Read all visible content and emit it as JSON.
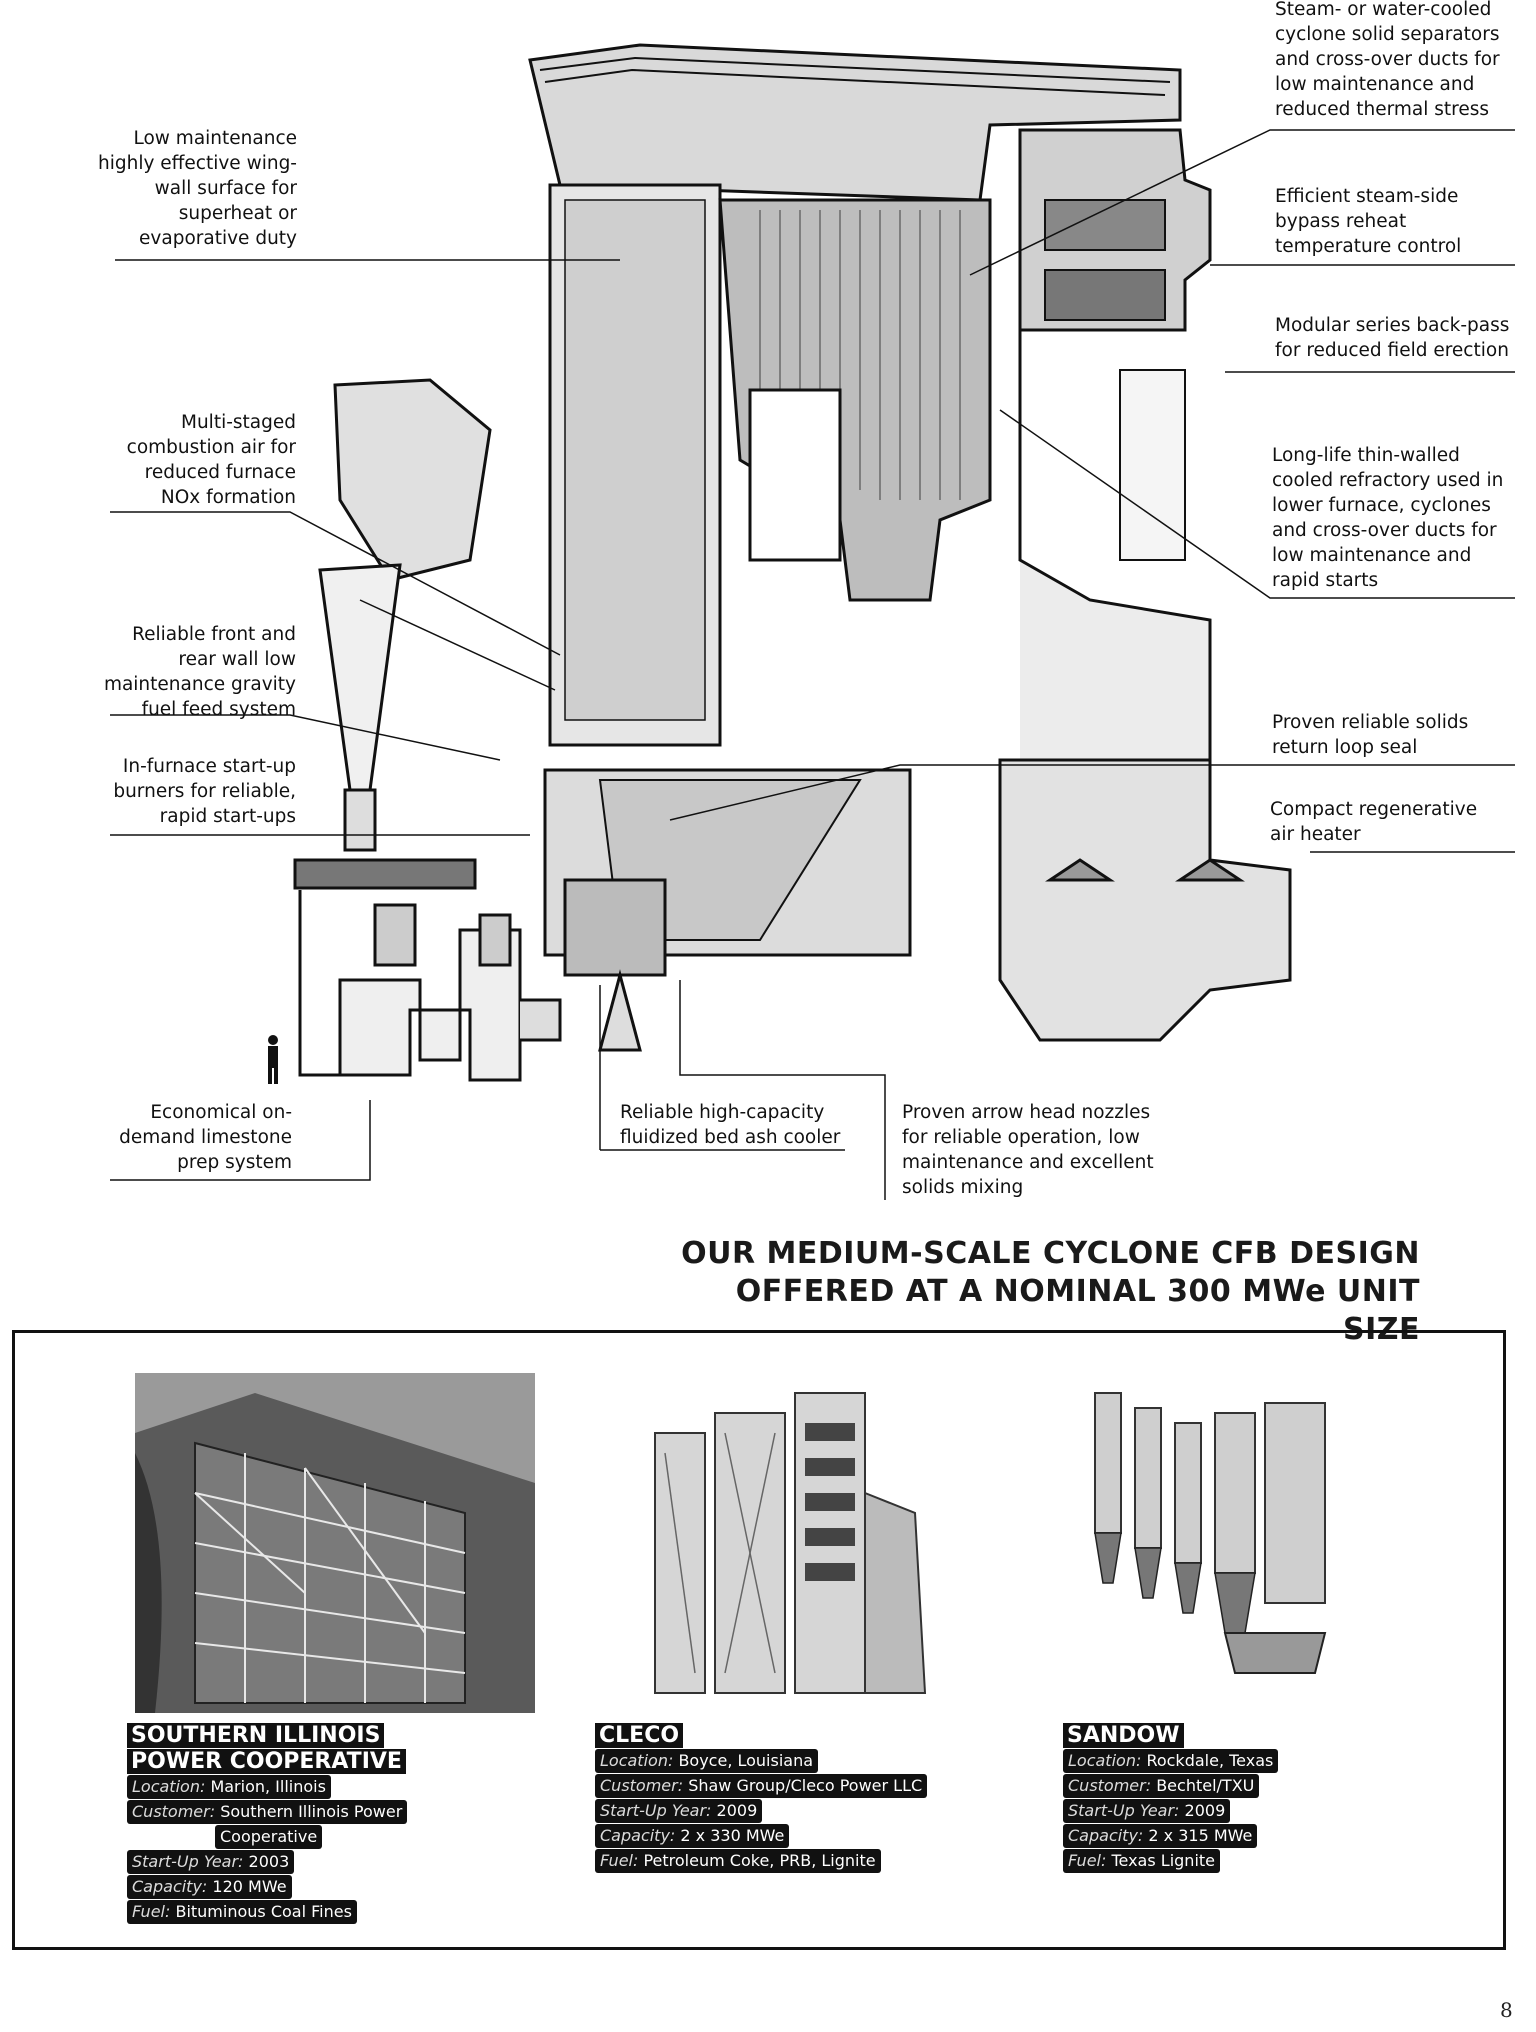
{
  "callouts": {
    "left": [
      {
        "lines": [
          "Low maintenance",
          "highly effective wing-",
          "wall surface for",
          "superheat or",
          "evaporative duty"
        ]
      },
      {
        "lines": [
          "Multi-staged",
          "combustion air for",
          "reduced furnace",
          "NOx formation"
        ]
      },
      {
        "lines": [
          "Reliable front and",
          "rear wall low",
          "maintenance gravity",
          "fuel feed system"
        ]
      },
      {
        "lines": [
          "In-furnace start-up",
          "burners for reliable,",
          "rapid start-ups"
        ]
      },
      {
        "lines": [
          "Economical on-",
          "demand limestone",
          "prep system"
        ]
      }
    ],
    "right": [
      {
        "lines": [
          "Steam- or water-cooled",
          "cyclone solid separators",
          "and cross-over ducts for",
          "low maintenance and",
          "reduced thermal stress"
        ]
      },
      {
        "lines": [
          "Efficient steam-side",
          "bypass reheat",
          "temperature control"
        ]
      },
      {
        "lines": [
          "Modular series back-pass",
          "for reduced field erection"
        ]
      },
      {
        "lines": [
          "Long-life thin-walled",
          "cooled refractory used in",
          "lower furnace, cyclones",
          "and cross-over ducts for",
          "low maintenance and",
          "rapid starts"
        ]
      },
      {
        "lines": [
          "Proven reliable solids",
          "return loop seal"
        ]
      },
      {
        "lines": [
          "Compact regenerative",
          "air heater"
        ]
      }
    ],
    "bottom": [
      {
        "lines": [
          "Reliable high-capacity",
          "fluidized bed ash cooler"
        ]
      },
      {
        "lines": [
          "Proven arrow head nozzles",
          "for reliable operation, low",
          "maintenance and excellent",
          "solids mixing"
        ]
      }
    ]
  },
  "heading": {
    "line1": "OUR MEDIUM-SCALE CYCLONE CFB DESIGN",
    "line2": "OFFERED AT A NOMINAL 300 MWe UNIT SIZE"
  },
  "projects": [
    {
      "name_lines": [
        "SOUTHERN ILLINOIS",
        "POWER COOPERATIVE"
      ],
      "location_label": "Location:",
      "location": "Marion, Illinois",
      "customer_label": "Customer:",
      "customer": "Southern Illinois Power",
      "customer_cont": "Cooperative",
      "startup_label": "Start-Up Year:",
      "startup": "2003",
      "capacity_label": "Capacity:",
      "capacity": "120 MWe",
      "fuel_label": "Fuel:",
      "fuel": "Bituminous Coal Fines"
    },
    {
      "name_lines": [
        "CLECO"
      ],
      "location_label": "Location:",
      "location": "Boyce, Louisiana",
      "customer_label": "Customer:",
      "customer": "Shaw Group/Cleco Power LLC",
      "startup_label": "Start-Up Year:",
      "startup": "2009",
      "capacity_label": "Capacity:",
      "capacity": "2 x 330 MWe",
      "fuel_label": "Fuel:",
      "fuel": "Petroleum Coke, PRB, Lignite"
    },
    {
      "name_lines": [
        "SANDOW"
      ],
      "location_label": "Location:",
      "location": "Rockdale, Texas",
      "customer_label": "Customer:",
      "customer": "Bechtel/TXU",
      "startup_label": "Start-Up Year:",
      "startup": "2009",
      "capacity_label": "Capacity:",
      "capacity": "2 x 315 MWe",
      "fuel_label": "Fuel:",
      "fuel": "Texas Lignite"
    }
  ],
  "page_number": "8"
}
